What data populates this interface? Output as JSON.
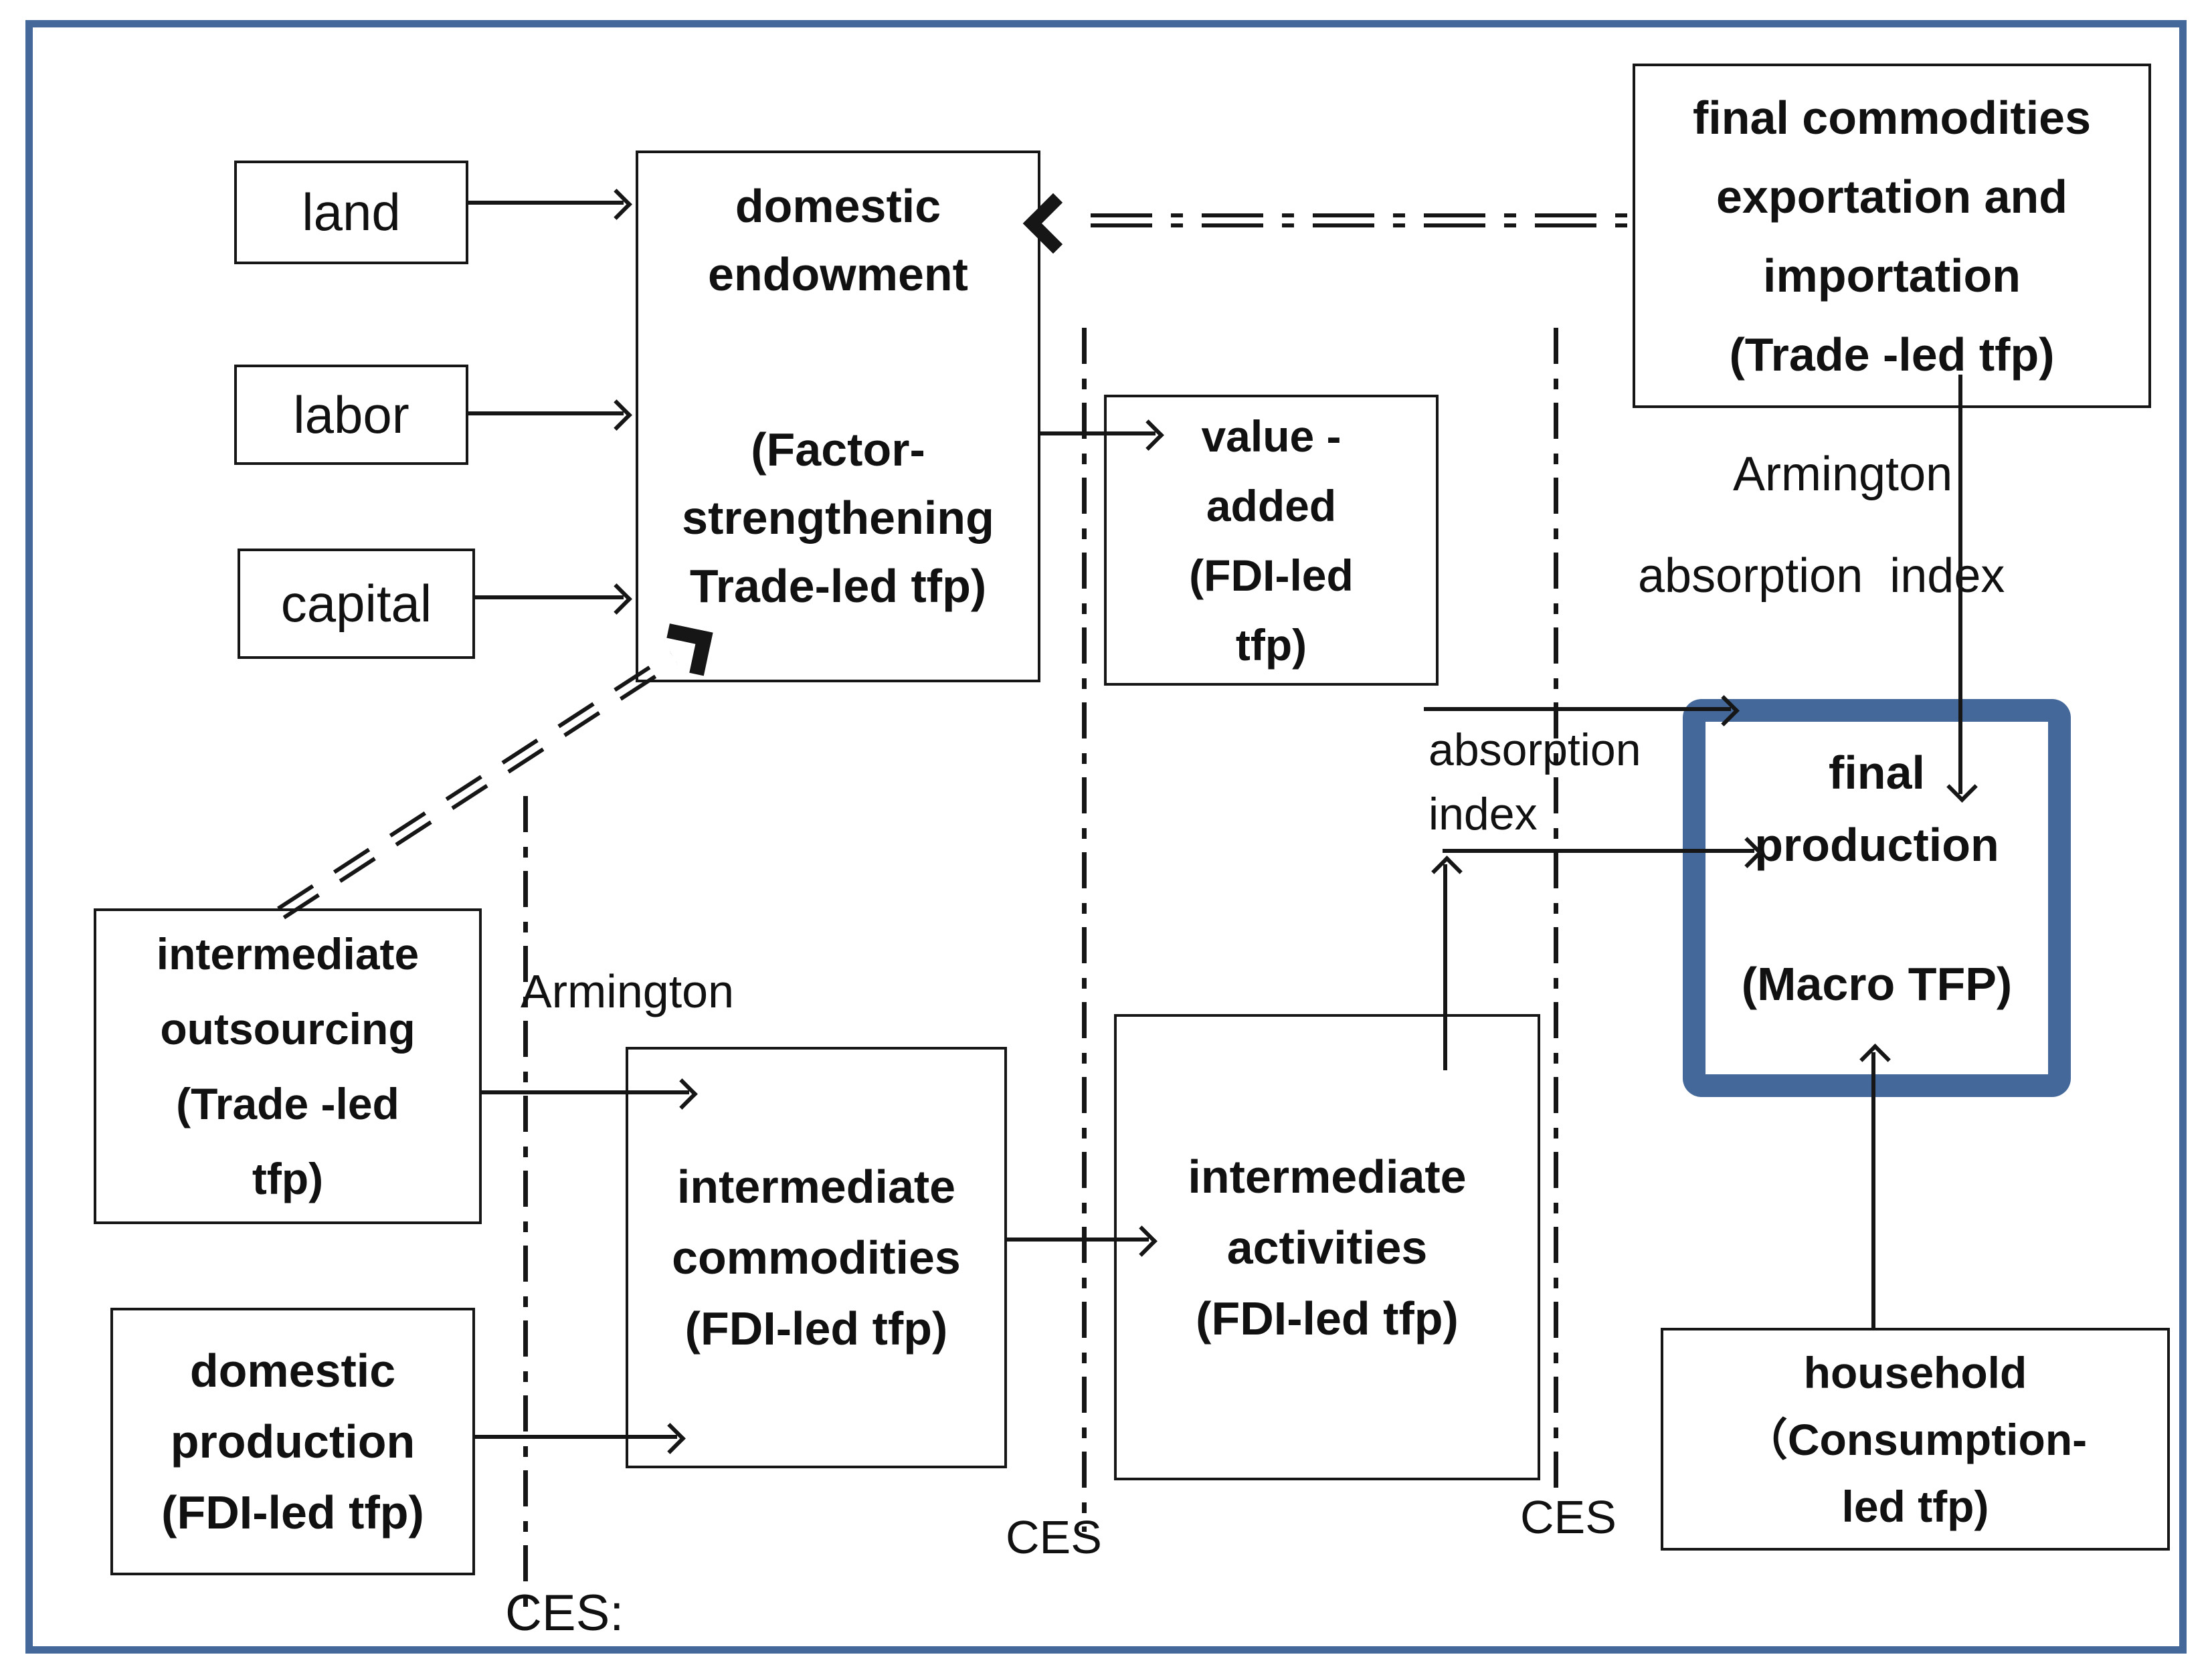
{
  "colors": {
    "accent_blue": "#44689A",
    "ink": "#161616"
  },
  "boxes": {
    "land": {
      "label": "land"
    },
    "labor": {
      "label": "labor"
    },
    "capital": {
      "label": "capital"
    },
    "domestic_endowment": {
      "title_lines": [
        "domestic",
        "endowment"
      ],
      "subtitle_lines": [
        "(Factor-",
        "strengthening",
        "Trade-led tfp)"
      ]
    },
    "value_added": {
      "lines": [
        "value -",
        "added",
        "(FDI-led",
        "tfp)"
      ]
    },
    "final_commodities": {
      "lines": [
        "final commodities",
        "exportation and",
        "importation",
        "(Trade -led tfp)"
      ]
    },
    "final_production": {
      "title_lines": [
        "final",
        "production"
      ],
      "subtitle": "(Macro TFP)"
    },
    "intermediate_outsourcing": {
      "lines": [
        "intermediate",
        "outsourcing",
        "(Trade -led",
        "tfp)"
      ]
    },
    "intermediate_commodities": {
      "lines": [
        "intermediate",
        "commodities",
        "(FDI-led tfp)"
      ]
    },
    "intermediate_activities": {
      "lines": [
        "intermediate",
        "activities",
        "(FDI-led tfp)"
      ]
    },
    "domestic_production": {
      "lines": [
        "domestic",
        "production",
        "(FDI-led tfp)"
      ]
    },
    "household": {
      "lines": [
        "household",
        "（Consumption-",
        "led tfp)"
      ]
    }
  },
  "labels": {
    "armington_top": "Armington",
    "absorption_index_top": "absorption  index",
    "absorption_mid_line1": "absorption",
    "absorption_mid_line2": "index",
    "armington_left": "Armington",
    "ces_left": "CES:",
    "ces_middle": "CES",
    "ces_right": "CES"
  }
}
